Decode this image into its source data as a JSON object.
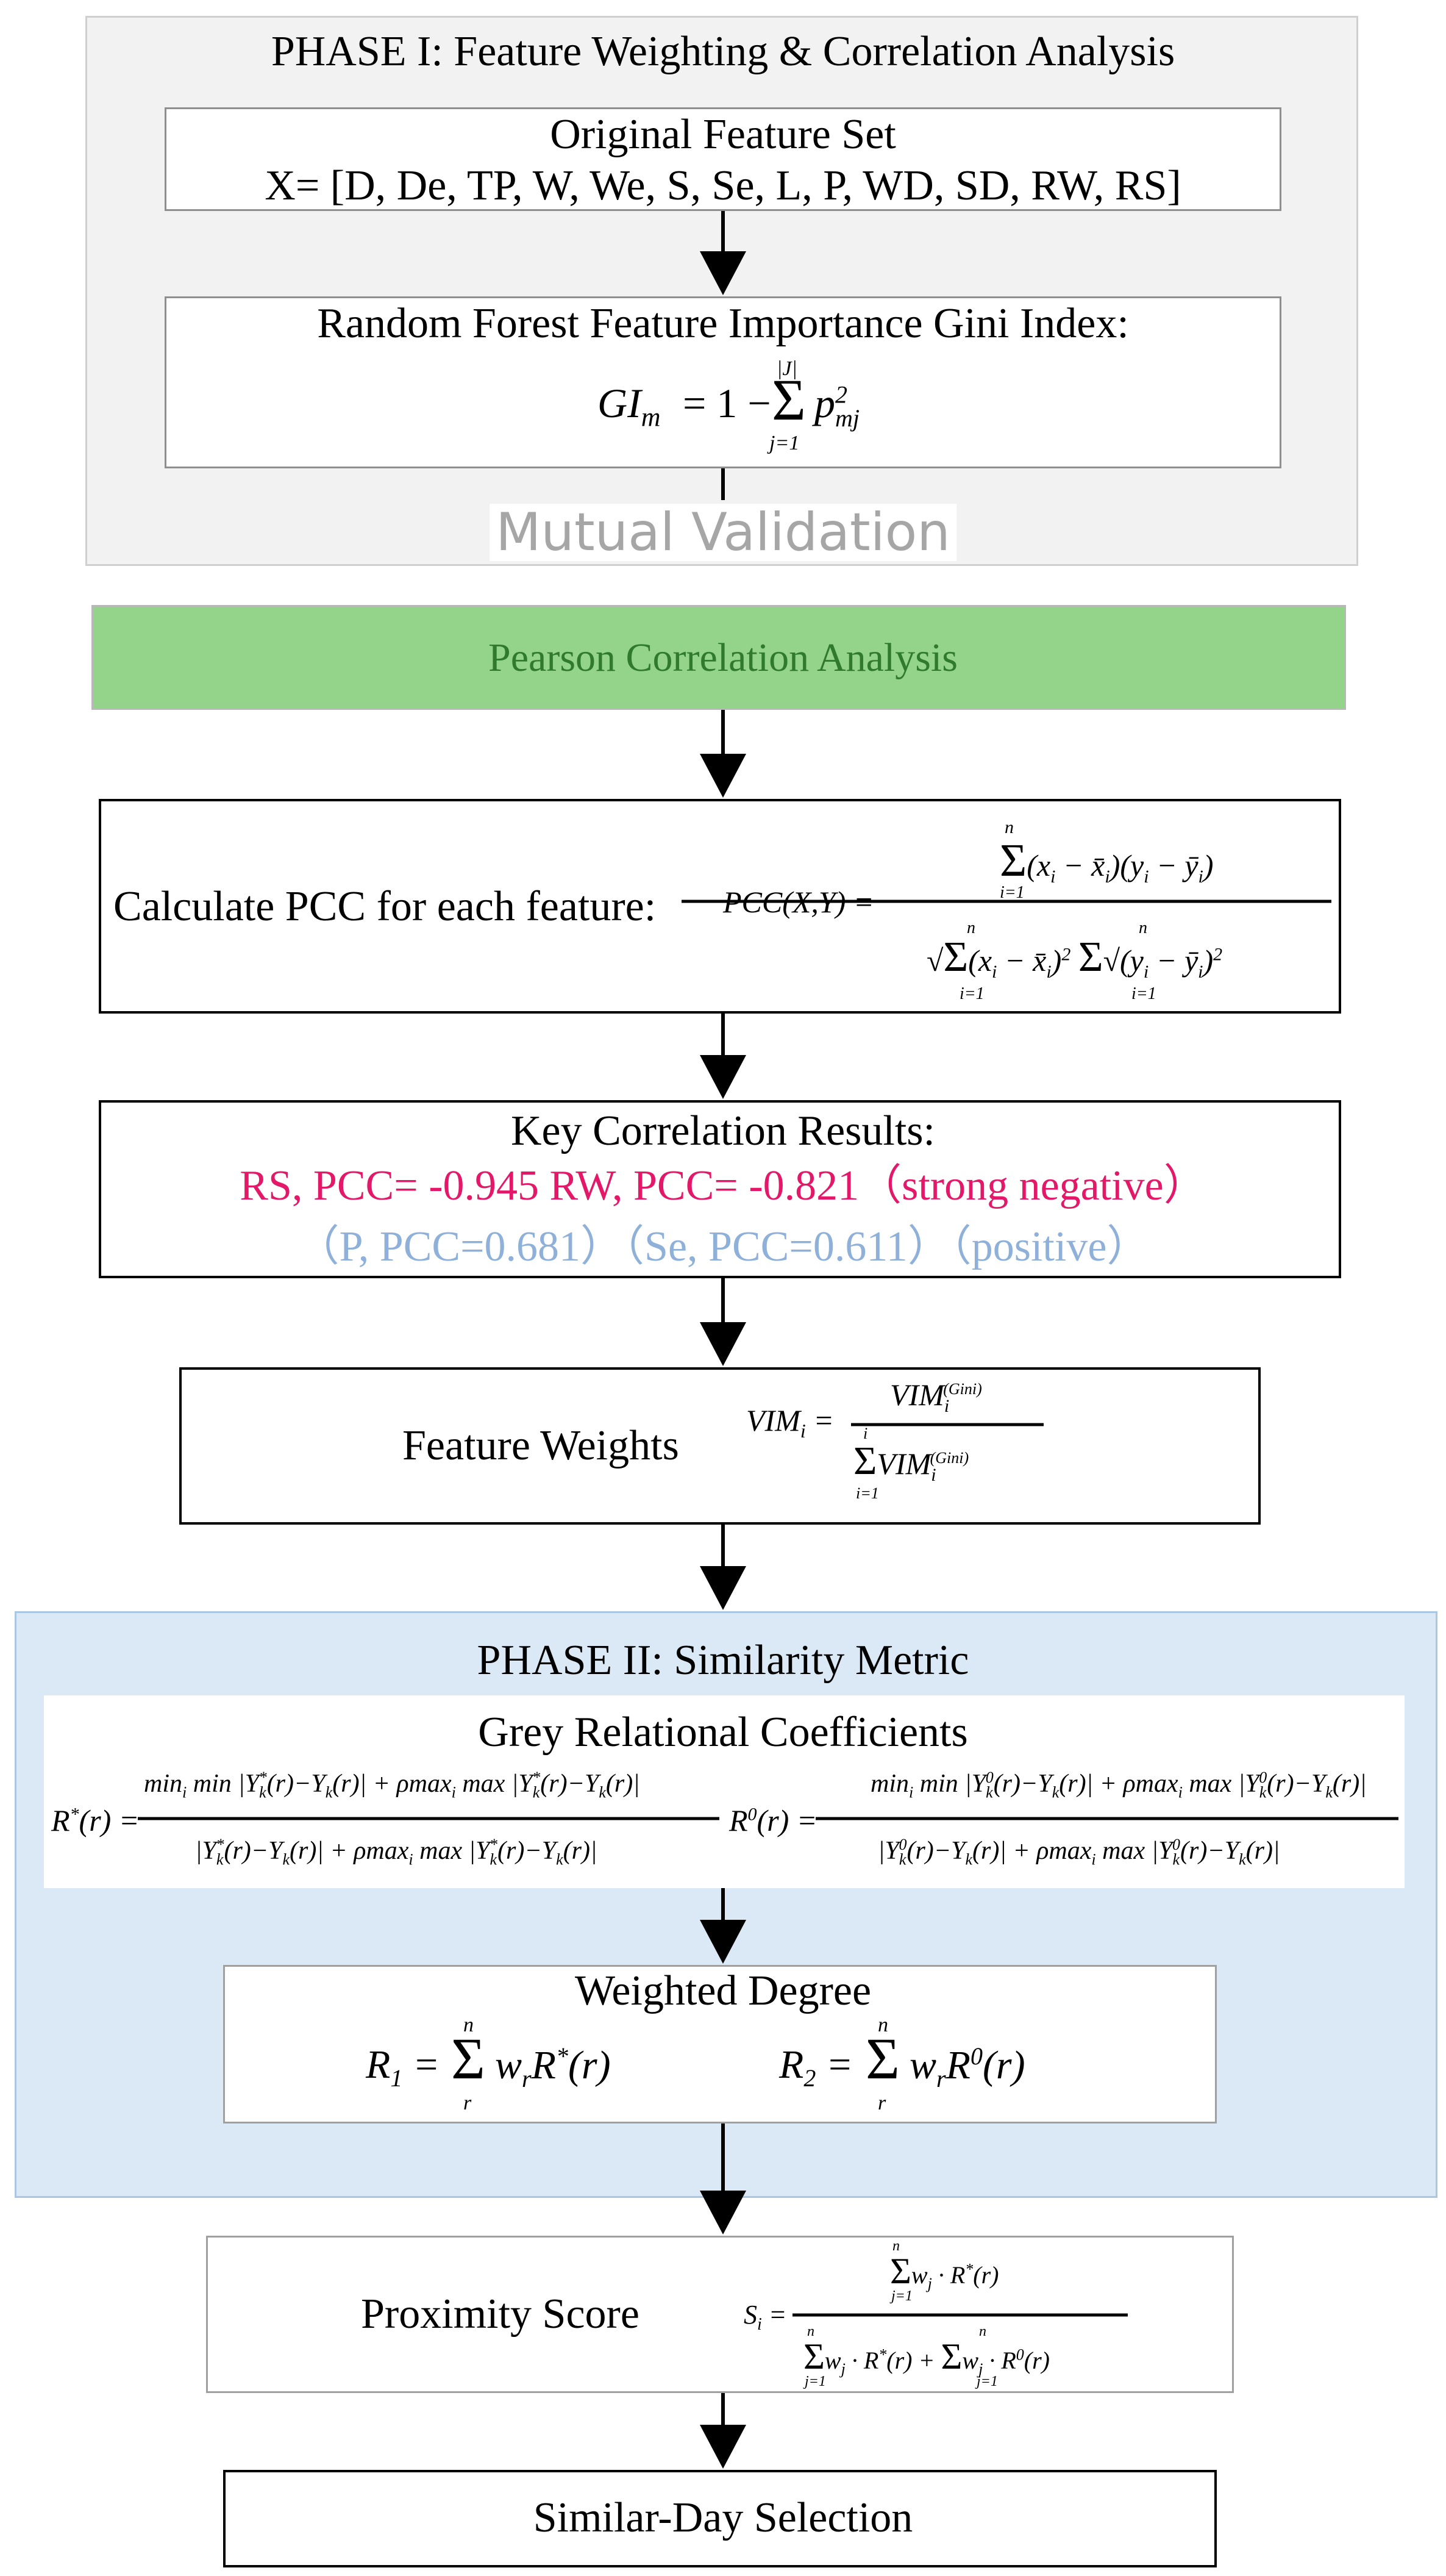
{
  "phase1": {
    "title": "PHASE I: Feature Weighting & Correlation Analysis",
    "original_feature_set": {
      "title": "Original Feature Set",
      "features": "X= [D, De, TP, W, We, S, Se, L, P, WD, SD, RW, RS]"
    },
    "random_forest": {
      "title": "Random Forest Feature Importance Gini Index:"
    },
    "mutual_validation": "Mutual Validation"
  },
  "pearson": {
    "title": "Pearson Correlation Analysis",
    "calc_label": "Calculate PCC for each feature:"
  },
  "key_results": {
    "title": "Key Correlation Results:",
    "strong_negative": "RS, PCC= -0.945  RW, PCC= -0.821（strong negative）",
    "positive": "（P, PCC=0.681）（Se, PCC=0.611）（positive）"
  },
  "feature_weights": {
    "label": "Feature Weights"
  },
  "phase2": {
    "title": "PHASE II: Similarity Metric",
    "grey": {
      "title": "Grey Relational Coefficients"
    },
    "weighted": {
      "title": "Weighted Degree"
    }
  },
  "proximity": {
    "label": "Proximity Score"
  },
  "selection": {
    "label": "Similar-Day Selection"
  },
  "colors": {
    "panel1_bg": "#f2f2f2",
    "panel2_bg": "#dbe9f6",
    "pearson_bg": "#93d38a",
    "strong_negative_text": "#e31869",
    "positive_text": "#8fb1d9",
    "mutual_validation_text": "#a6a6a6"
  }
}
